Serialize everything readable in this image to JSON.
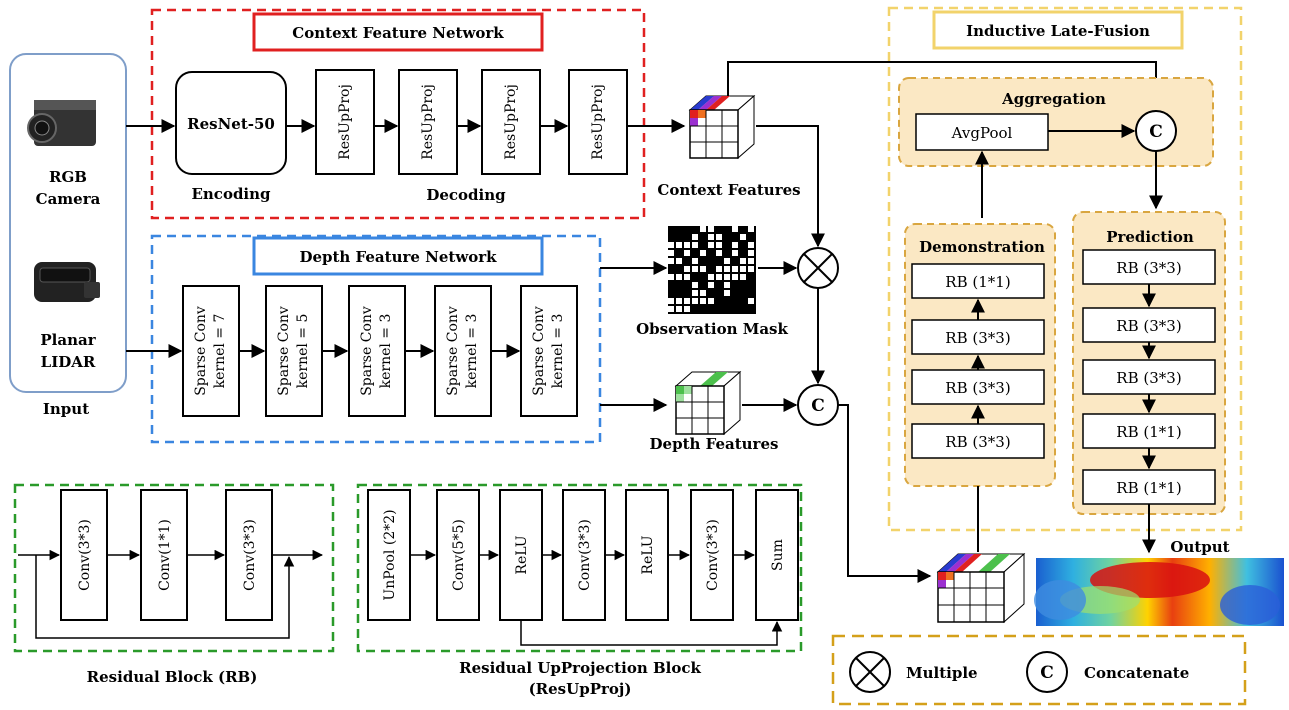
{
  "colors": {
    "context": "#e02020",
    "depth": "#3a86e0",
    "input_box": "#7f9ec9",
    "residual": "#2a9a2a",
    "fusion": "#f2d36b",
    "fusion_sub_fill": "#fbe8c4",
    "fusion_sub_stroke": "#d9a640",
    "legend": "#d4a01a"
  },
  "input": {
    "label": "Input",
    "camera": [
      "RGB",
      "Camera"
    ],
    "lidar": [
      "Planar",
      "LIDAR"
    ],
    "camera_icon": "rgb-camera-icon",
    "lidar_icon": "lidar-sensor-icon"
  },
  "context_net": {
    "title": "Context Feature Network",
    "resnet": "ResNet-50",
    "encoding": "Encoding",
    "decoding": "Decoding",
    "blocks": [
      "ResUpProj",
      "ResUpProj",
      "ResUpProj",
      "ResUpProj"
    ]
  },
  "depth_net": {
    "title": "Depth Feature Network",
    "blocks": [
      [
        "Sparse Conv",
        "kernel = 7"
      ],
      [
        "Sparse Conv",
        "kernel = 5"
      ],
      [
        "Sparse Conv",
        "kernel = 3"
      ],
      [
        "Sparse Conv",
        "kernel = 3"
      ],
      [
        "Sparse Conv",
        "kernel = 3"
      ]
    ]
  },
  "middle": {
    "context_features": "Context Features",
    "observation_mask": "Observation Mask",
    "depth_features": "Depth Features",
    "multiply_symbol": "⊗",
    "concat_symbol": "C"
  },
  "fusion": {
    "title": "Inductive Late-Fusion",
    "aggregation": "Aggregation",
    "avgpool": "AvgPool",
    "demonstration": "Demonstration",
    "prediction": "Prediction",
    "demo_blocks": [
      "RB (1*1)",
      "RB (3*3)",
      "RB (3*3)",
      "RB (3*3)"
    ],
    "pred_blocks": [
      "RB (3*3)",
      "RB (3*3)",
      "RB (3*3)",
      "RB (1*1)",
      "RB (1*1)"
    ],
    "output": "Output"
  },
  "residual_block": {
    "caption": "Residual Block (RB)",
    "blocks": [
      "Conv(3*3)",
      "Conv(1*1)",
      "Conv(3*3)"
    ]
  },
  "resupproj_block": {
    "caption": [
      "Residual UpProjection Block",
      "(ResUpProj)"
    ],
    "blocks": [
      "UnPool (2*2)",
      "Conv(5*5)",
      "ReLU",
      "Conv(3*3)",
      "ReLU",
      "Conv(3*3)",
      "Sum"
    ]
  },
  "legend": {
    "multiple": "Multiple",
    "concatenate": "Concatenate",
    "multiply_symbol": "⊗",
    "concat_symbol": "C"
  }
}
